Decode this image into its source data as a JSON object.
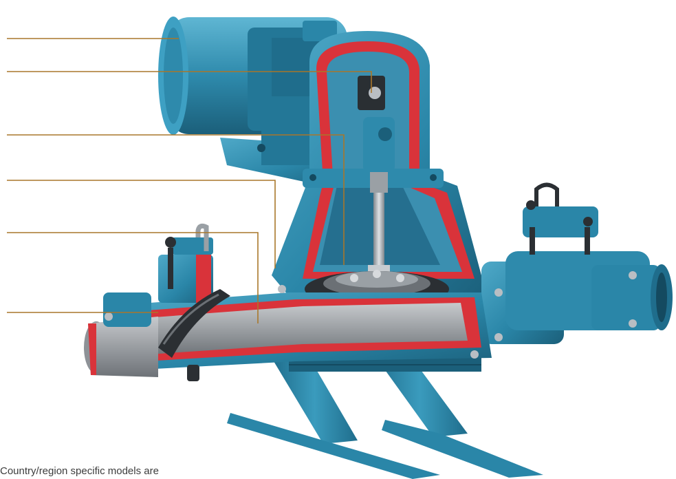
{
  "footnote": "Country/region specific models are",
  "colors": {
    "body": "#2a86a8",
    "body_light": "#4fa9c8",
    "body_dark": "#1b5f7a",
    "body_deep": "#144a60",
    "cutaway": "#d9333a",
    "interior": "#8e9297",
    "interior_dark": "#5e6368",
    "steel": "#b9bec3",
    "rubber": "#2b2f33",
    "callout": "#a9772a"
  },
  "callouts": [
    {
      "name": "motor-callout"
    },
    {
      "name": "connecting-rod-bearing-callout"
    },
    {
      "name": "diaphragm-callout"
    },
    {
      "name": "pump-housing-callout"
    },
    {
      "name": "suction-pipe-callout"
    },
    {
      "name": "flap-valve-callout"
    }
  ]
}
